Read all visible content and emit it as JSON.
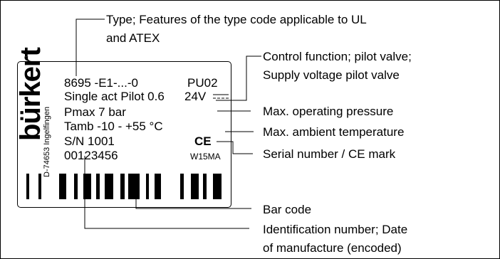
{
  "colors": {
    "line": "#000000",
    "background": "#ffffff"
  },
  "nameplate": {
    "brand": "bürkert",
    "manufacturer_location": "D-74653 Ingelfingen",
    "line1_left": "8695 -E1-...-0",
    "line1_right": "PU02",
    "line2_left": "Single act Pilot 0.6",
    "line2_right": "24V",
    "line3": "Pmax 7 bar",
    "line4": "Tamb -10 - +55 °C",
    "line5_left": "S/N 1001",
    "line5_right": "CE",
    "line6_left": "00123456",
    "line6_right": "W15MA"
  },
  "annotations": {
    "type_line1": "Type; Features of the type code applicable to UL",
    "type_line2": "and ATEX",
    "control_line1": "Control function; pilot valve;",
    "control_line2": "Supply voltage pilot valve",
    "pressure": "Max. operating pressure",
    "temperature": "Max. ambient temperature",
    "serial": "Serial number / CE mark",
    "barcode": "Bar code",
    "ident_line1": "Identification number; Date",
    "ident_line2": "of manufacture (encoded)"
  }
}
